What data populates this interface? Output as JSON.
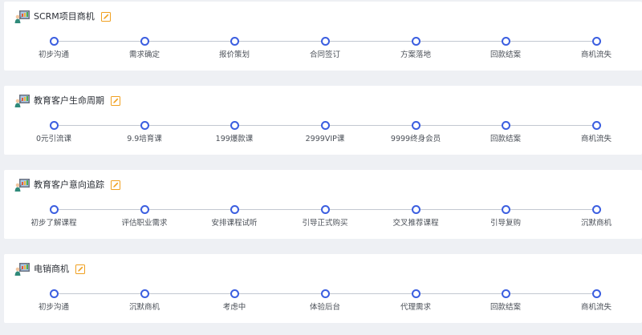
{
  "pipelines": [
    {
      "title": "SCRM项目商机",
      "stages": [
        "初步沟通",
        "需求确定",
        "报价策划",
        "合同签订",
        "方案落地",
        "回款结案",
        "商机流失"
      ]
    },
    {
      "title": "教育客户生命周期",
      "stages": [
        "0元引流课",
        "9.9培育课",
        "199爆款课",
        "2999VIP课",
        "9999终身会员",
        "回款结案",
        "商机流失"
      ]
    },
    {
      "title": "教育客户意向追踪",
      "stages": [
        "初步了解课程",
        "评估职业需求",
        "安排课程试听",
        "引导正式购买",
        "交叉推荐课程",
        "引导复购",
        "沉默商机"
      ]
    },
    {
      "title": "电销商机",
      "stages": [
        "初步沟通",
        "沉默商机",
        "考虑中",
        "体验后台",
        "代理需求",
        "回款结案",
        "商机流失"
      ]
    }
  ],
  "colors": {
    "accent": "#3b5ee0",
    "edit_icon": "#f0a020",
    "line": "#c3c8d1"
  },
  "icons": {
    "pipeline": "pipeline-board-icon",
    "edit": "edit-icon"
  }
}
